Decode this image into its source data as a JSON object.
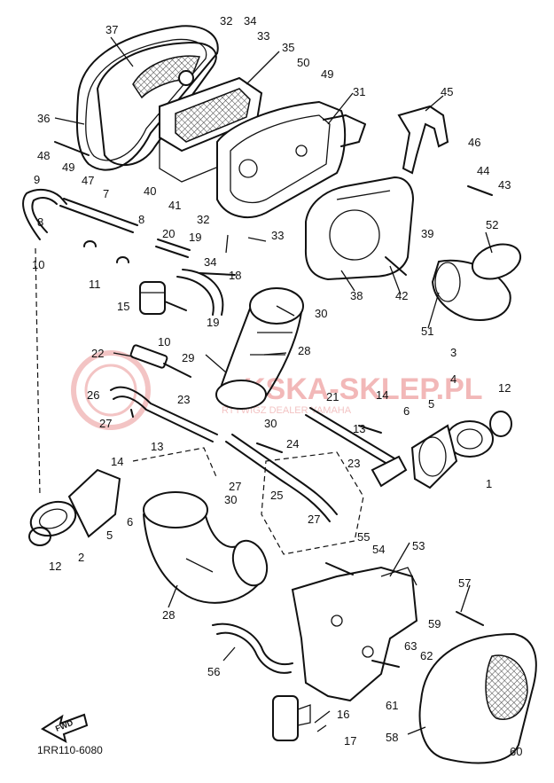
{
  "watermark": {
    "brand": "KSKA-SKLEP.PL",
    "subtitle": "RTYWIGZ  DEALER YAMAHA"
  },
  "drawing_code": "1RR110-6080",
  "fwd_label": "FWD",
  "callouts": {
    "c1": "1",
    "c2": "2",
    "c3": "3",
    "c4": "4",
    "c5": "5",
    "c5b": "5",
    "c6": "6",
    "c6b": "6",
    "c7": "7",
    "c8": "8",
    "c8b": "8",
    "c9": "9",
    "c10": "10",
    "c10b": "10",
    "c11": "11",
    "c12": "12",
    "c12b": "12",
    "c13": "13",
    "c13b": "13",
    "c14": "14",
    "c14b": "14",
    "c15": "15",
    "c16": "16",
    "c17": "17",
    "c18": "18",
    "c19": "19",
    "c19b": "19",
    "c20": "20",
    "c21": "21",
    "c22": "22",
    "c23": "23",
    "c23b": "23",
    "c24": "24",
    "c25": "25",
    "c26": "26",
    "c27": "27",
    "c27b": "27",
    "c27c": "27",
    "c28": "28",
    "c28b": "28",
    "c29": "29",
    "c30": "30",
    "c30b": "30",
    "c30c": "30",
    "c31": "31",
    "c32": "32",
    "c32b": "32",
    "c33": "33",
    "c33b": "33",
    "c34": "34",
    "c34b": "34",
    "c35": "35",
    "c36": "36",
    "c37": "37",
    "c38": "38",
    "c39": "39",
    "c40": "40",
    "c41": "41",
    "c42": "42",
    "c43": "43",
    "c44": "44",
    "c45": "45",
    "c46": "46",
    "c47": "47",
    "c48": "48",
    "c49": "49",
    "c49b": "49",
    "c50": "50",
    "c51": "51",
    "c52": "52",
    "c53": "53",
    "c54": "54",
    "c55": "55",
    "c56": "56",
    "c57": "57",
    "c58": "58",
    "c59": "59",
    "c60": "60",
    "c61": "61",
    "c62": "62",
    "c63": "63"
  }
}
